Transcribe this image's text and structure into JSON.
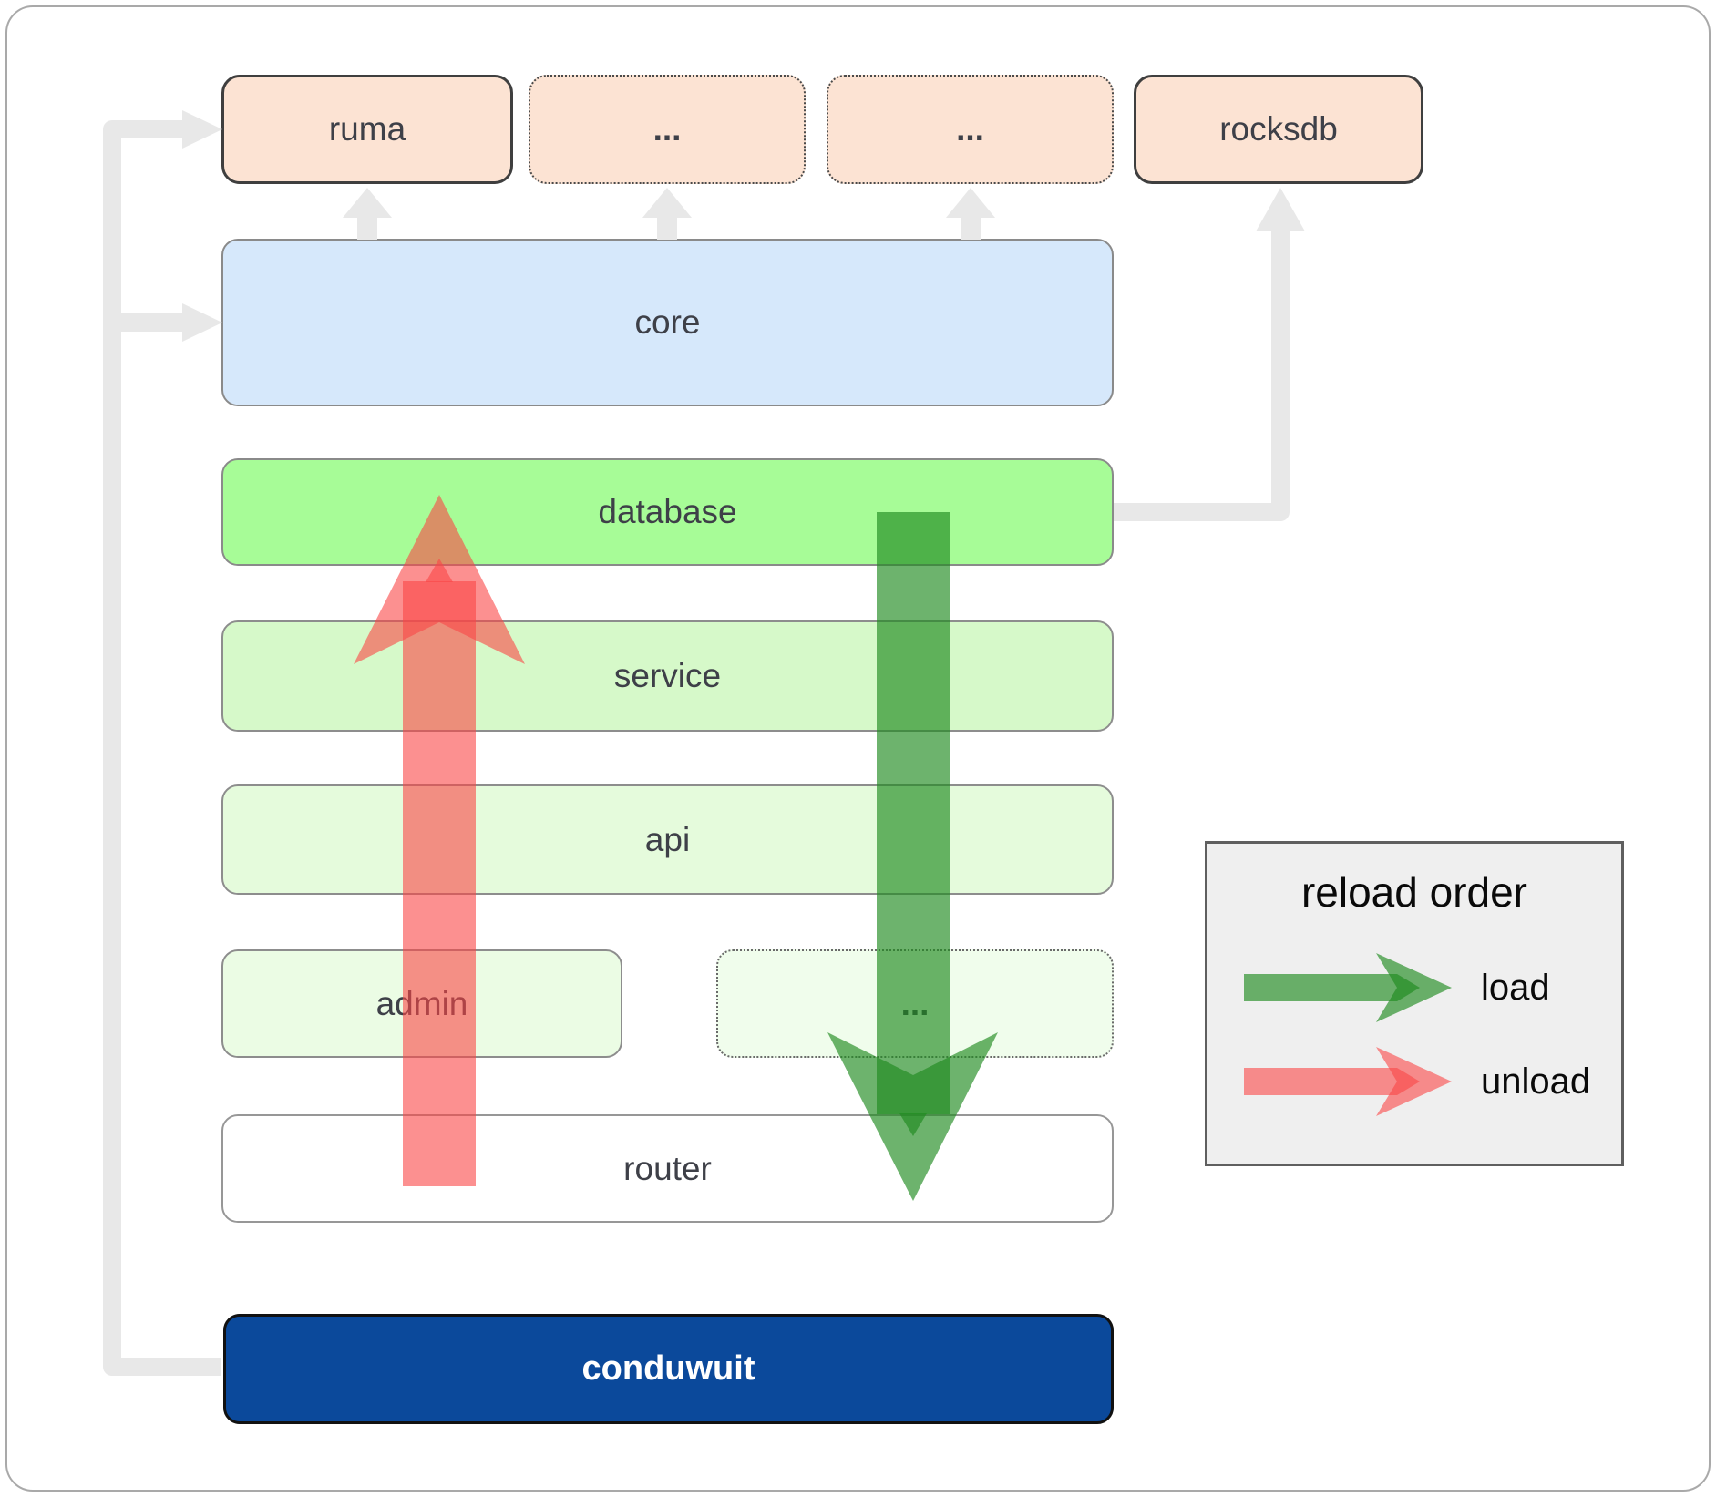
{
  "boxes": {
    "ruma": {
      "label": "ruma"
    },
    "ellipsis1": {
      "label": "..."
    },
    "ellipsis2": {
      "label": "..."
    },
    "rocksdb": {
      "label": "rocksdb"
    },
    "core": {
      "label": "core"
    },
    "database": {
      "label": "database"
    },
    "service": {
      "label": "service"
    },
    "api": {
      "label": "api"
    },
    "admin": {
      "label": "admin"
    },
    "ellipsis3": {
      "label": "..."
    },
    "router": {
      "label": "router"
    },
    "conduwuit": {
      "label": "conduwuit"
    }
  },
  "legend": {
    "title": "reload order",
    "load_label": "load",
    "unload_label": "unload"
  },
  "arrows": {
    "load": {
      "color": "#2e8b2e",
      "direction": "down",
      "from": "database",
      "to": "router"
    },
    "unload": {
      "color": "#fa4646",
      "direction": "up",
      "from": "router",
      "to": "database"
    },
    "connector_color": "#e8e8e8"
  },
  "colors": {
    "peach_box": "#fce3d3",
    "core_blue": "#d6e8fb",
    "database_green": "#a7fc97",
    "service_green": "#d6f9c9",
    "api_green": "#e5fbdc",
    "admin_green": "#ebfce4",
    "ellipsis_green": "#f0fdec",
    "router_white": "#ffffff",
    "conduwuit_blue": "#0b499b",
    "legend_bg": "#efefef"
  }
}
